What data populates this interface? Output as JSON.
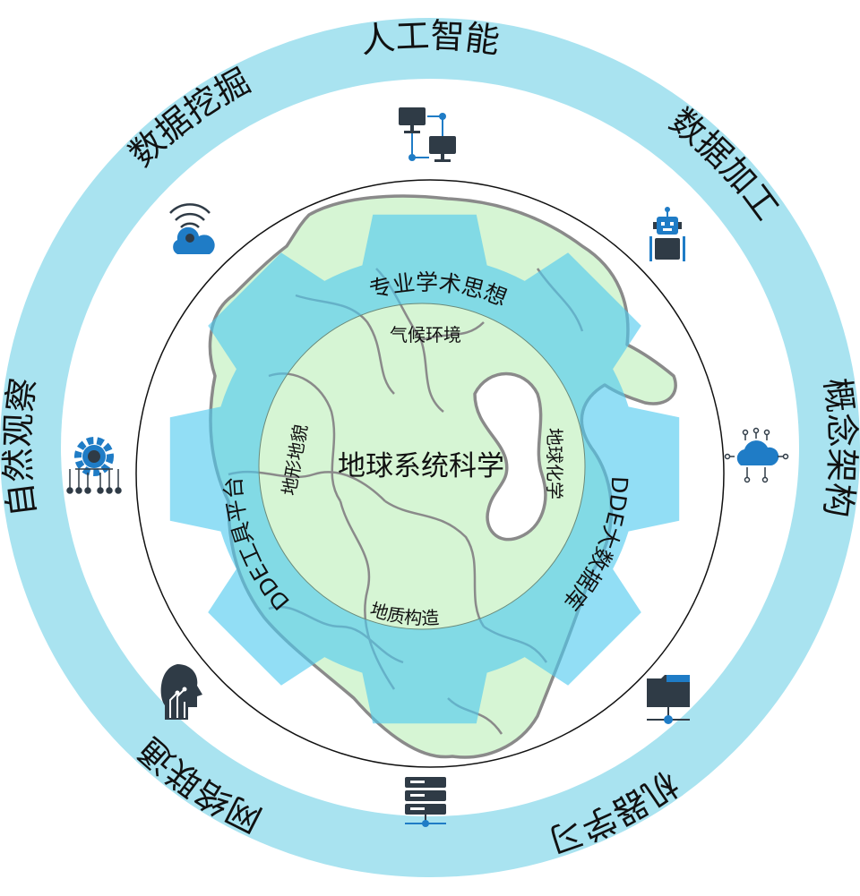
{
  "colors": {
    "outer_ring": "#a9e3f0",
    "gear": "#4fc9ef",
    "continent": "#d6f5d4",
    "continent_outline": "#8a8a8a",
    "icon_dark": "#2f3b46",
    "icon_blue": "#1f7cc6"
  },
  "outer_ring": {
    "labels": [
      {
        "text": "人工智能"
      },
      {
        "text": "数据加工"
      },
      {
        "text": "概念架构"
      },
      {
        "text": "机器学习"
      },
      {
        "text": "网络联通"
      },
      {
        "text": "自然观察"
      },
      {
        "text": "数据挖掘"
      }
    ],
    "icons": [
      "computer-network-icon",
      "robot-icon",
      "cloud-circuit-icon",
      "folder-network-icon",
      "server-rack-icon",
      "ai-head-icon",
      "gear-circuit-icon",
      "wifi-cloud-icon"
    ]
  },
  "gear": {
    "labels": [
      {
        "text": "专业学术思想"
      },
      {
        "text": "DDE大数据库"
      },
      {
        "text": "DDE工具平台"
      }
    ]
  },
  "inner": {
    "labels": [
      {
        "text": "气候环境"
      },
      {
        "text": "地球化学"
      },
      {
        "text": "地质构造"
      },
      {
        "text": "地形地貌"
      }
    ],
    "center": "地球系统科学"
  }
}
